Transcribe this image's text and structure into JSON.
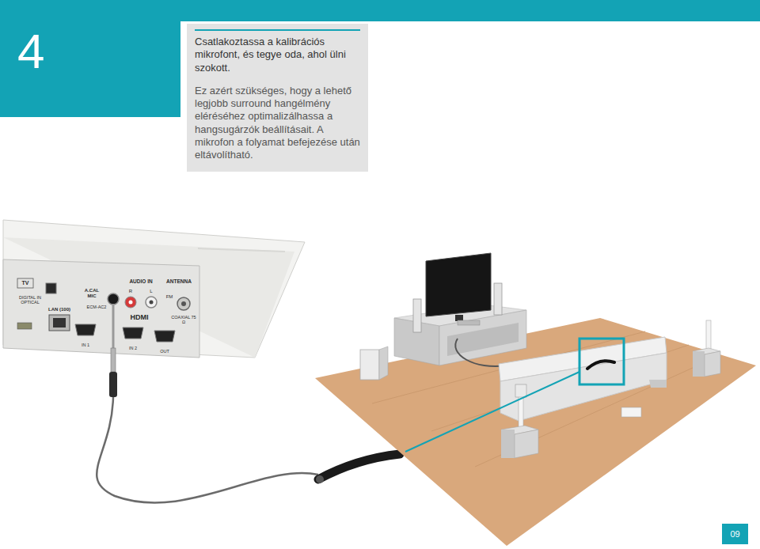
{
  "diagram": {
    "nodes": [
      {
        "text": [
          "4"
        ]
      },
      {
        "text": [
          "Csatlakoztassa a kalibrációs mikrofont, és tegye oda, ahol ülni szokott.",
          "Ez azért szükséges, hogy a lehető legjobb surround hangélmény eléréséhez optimalizálhassa a hangsugárzók beállításait. A mikrofon a folyamat befejezése után eltávolítható."
        ]
      },
      {
        "text": [
          "09"
        ]
      }
    ],
    "labels": [
      "TV",
      "DIGITAL IN OPTICAL",
      "LAN (100)",
      "A.CAL MIC",
      "ECM-AC2",
      "AUDIO IN",
      "R",
      "L",
      "ANTENNA",
      "FM",
      "COAXIAL 75 Ω",
      "HDMI",
      "IN 1",
      "IN 2",
      "OUT"
    ]
  }
}
